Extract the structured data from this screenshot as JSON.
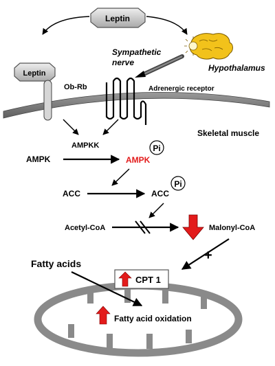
{
  "labels": {
    "leptin_top": "Leptin",
    "hypothalamus": "Hypothalamus",
    "sympathetic_line1": "Sympathetic",
    "sympathetic_line2": "nerve",
    "leptin_left": "Leptin",
    "ob_rb": "Ob-Rb",
    "adrenergic_receptor": "Adrenergic receptor",
    "skeletal_muscle": "Skeletal muscle",
    "ampkk": "AMPKK",
    "ampk": "AMPK",
    "ampk_p": "AMPK",
    "pi_1": "Pi",
    "acc": "ACC",
    "acc_p": "ACC",
    "pi_2": "Pi",
    "acetyl_coa": "Acetyl-CoA",
    "malonyl_coa": "Malonyl-CoA",
    "plus": "+",
    "fatty_acids": "Fatty acids",
    "cpt1": "CPT 1",
    "fatty_acid_oxidation": "Fatty acid oxidation"
  },
  "colors": {
    "phosphorylated_ampk": "#e31b1b",
    "up_arrow": "#e31b1b",
    "down_arrow": "#e31b1b",
    "membrane": "#7a7a7a",
    "mitochondrion": "#8a8a8a",
    "leptin_box": "#c9c9c9",
    "brain": "#f2c21b"
  },
  "icons": [
    "brain-icon",
    "syringe-icon",
    "up-arrow-icon",
    "down-arrow-icon",
    "phosphate-icon"
  ]
}
